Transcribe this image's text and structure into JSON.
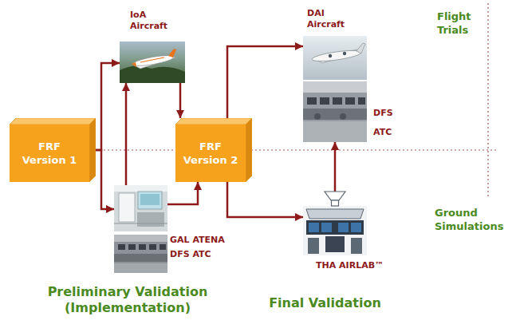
{
  "diagram": {
    "nodes": [
      {
        "text": [
          "FRF Version 1"
        ]
      },
      {
        "text": [
          "IoA Aircraft"
        ]
      },
      {
        "text": [
          "GAL ATENA"
        ]
      },
      {
        "text": [
          "DFS ATC"
        ]
      },
      {
        "text": [
          "FRF Version 2"
        ]
      },
      {
        "text": [
          "DAI Aircraft"
        ]
      },
      {
        "text": [
          "DFS ATC"
        ]
      },
      {
        "text": [
          "THA AIRLAB™"
        ]
      }
    ],
    "edges": [
      {
        "from": 0,
        "to": 1,
        "arrow": "to"
      },
      {
        "from": 0,
        "to": 2,
        "arrow": "to"
      },
      {
        "from": 2,
        "to": 1,
        "arrow": "to"
      },
      {
        "from": 1,
        "to": 4,
        "arrow": "to"
      },
      {
        "from": 2,
        "to": 4,
        "arrow": "to"
      },
      {
        "from": 4,
        "to": 5,
        "arrow": "to"
      },
      {
        "from": 4,
        "to": 7,
        "arrow": "to"
      },
      {
        "from": 7,
        "to": 6,
        "arrow": "to"
      }
    ],
    "labels": [
      "Flight Trials",
      "Ground Simulations",
      "Preliminary Validation (Implementation)",
      "Final Validation"
    ]
  }
}
